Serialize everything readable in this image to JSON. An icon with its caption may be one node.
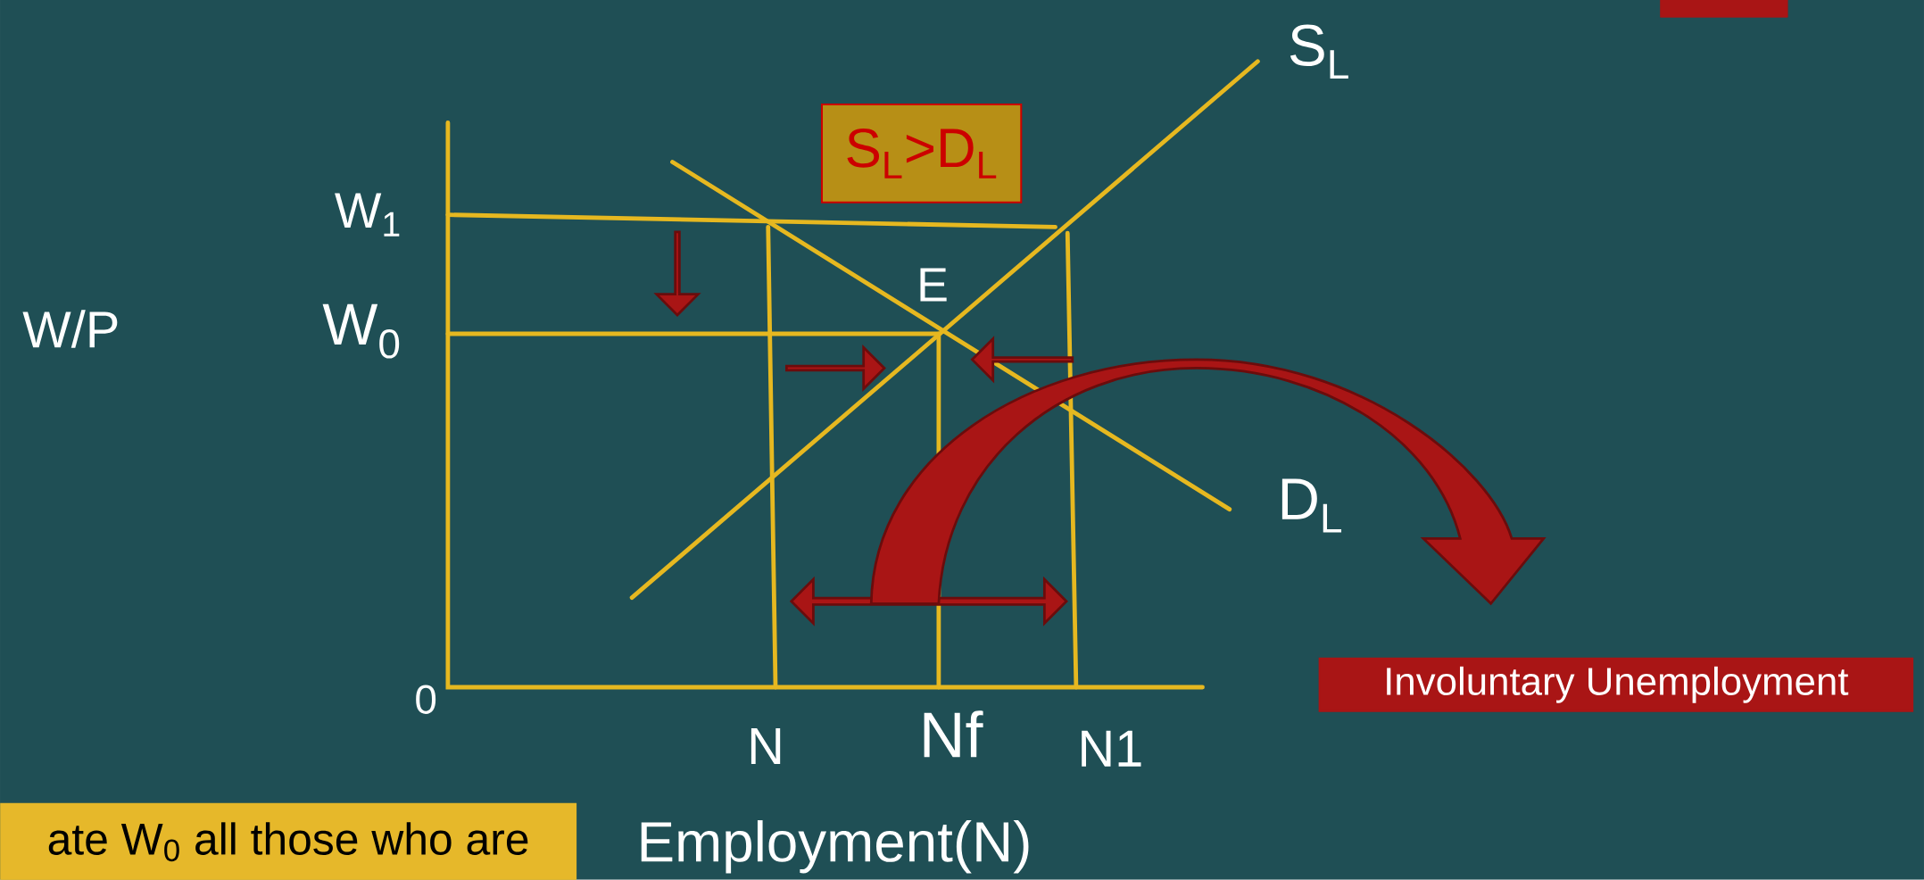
{
  "diagram": {
    "nodes": [
      {
        "text": [],
        "shape": "box"
      },
      {
        "text": [
          "S$_{L}$>D$_{L}$"
        ]
      },
      {
        "text": [],
        "shape": "arrow"
      },
      {
        "text": [
          "Involuntary Unemployment"
        ]
      },
      {
        "text": [
          "ate W$_{0}$  all those who are"
        ]
      }
    ],
    "edges": [
      {
        "from": 2,
        "to": 3,
        "arrow": "to"
      }
    ],
    "labels": [
      "S$_{L}$",
      "W$_{1}$",
      "E",
      "W/P",
      "W$_{0}$",
      "D$_{L}$",
      "0",
      "N",
      "Nf",
      "N1",
      "Employment(N)"
    ]
  }
}
